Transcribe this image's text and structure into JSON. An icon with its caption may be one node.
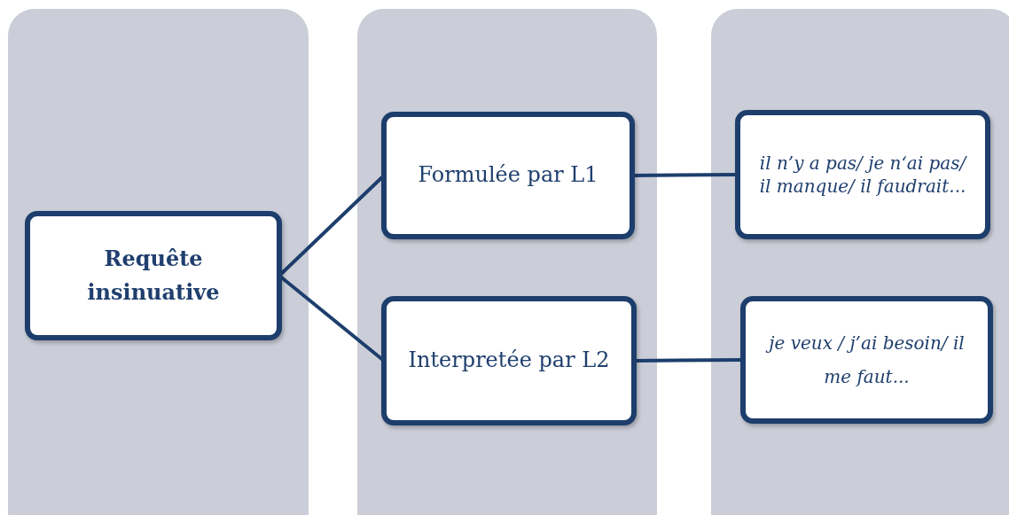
{
  "diagram": {
    "nodes": [
      {
        "text": [],
        "shape": "box"
      },
      {
        "text": [
          "Requête insinuative"
        ],
        "in": 0
      },
      {
        "text": [],
        "shape": "box"
      },
      {
        "text": [
          "Formulée par L1"
        ],
        "in": 2
      },
      {
        "text": [
          "Interpretée par L2"
        ],
        "in": 2
      },
      {
        "text": [],
        "shape": "box"
      },
      {
        "text": [
          "il n’y a pas/  je n‘ai pas/ il manque/  il faudrait..."
        ],
        "in": 5
      },
      {
        "text": [
          "je veux / j’ai besoin/ il me faut..."
        ],
        "in": 5
      }
    ],
    "edges": [
      {
        "from": 1,
        "to": 3,
        "arrow": "none"
      },
      {
        "from": 1,
        "to": 4,
        "arrow": "none"
      },
      {
        "from": 3,
        "to": 6,
        "arrow": "none"
      },
      {
        "from": 4,
        "to": 7,
        "arrow": "none"
      }
    ]
  }
}
